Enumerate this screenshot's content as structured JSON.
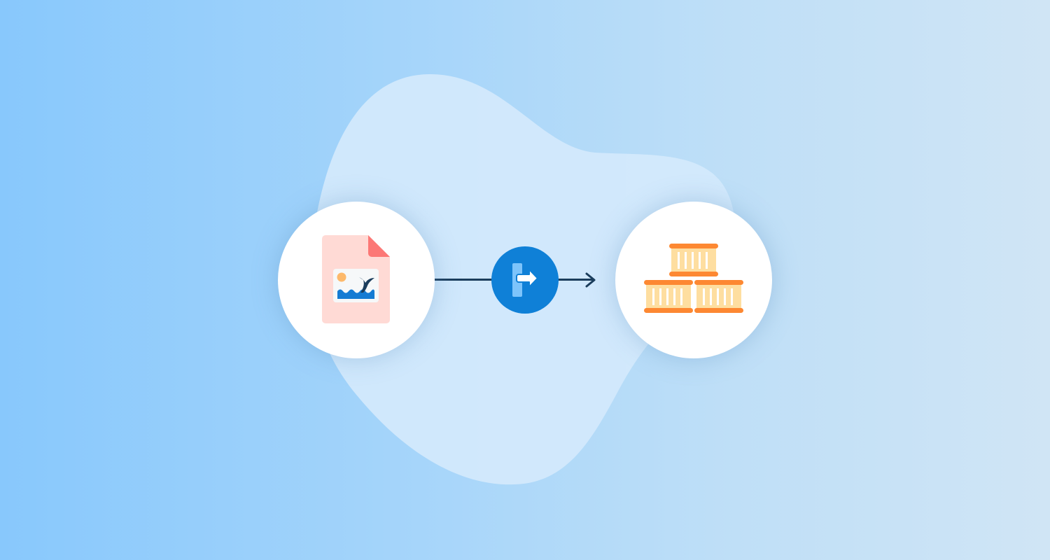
{
  "diagram": {
    "source": {
      "label": "Image file",
      "icon": "image-file-icon"
    },
    "action": {
      "label": "Export / Push",
      "icon": "export-arrow-icon"
    },
    "target": {
      "label": "Container stack",
      "icon": "containers-icon"
    }
  },
  "colors": {
    "background_start": "#88c8fc",
    "background_end": "#d0e5f5",
    "blob": "#d4e9fc",
    "node_fill": "#ffffff",
    "connector": "#1b3d5c",
    "action_fill": "#0f80d7",
    "action_bar": "#7dc4fb",
    "file_body": "#ffdad5",
    "file_corner": "#fc7876",
    "picture_bg": "#f6f8f9",
    "sun": "#fdb96b",
    "water": "#157bd3",
    "whale_tail": "#1b3d5c",
    "container_fill": "#fedea0",
    "container_rail": "#fd8832",
    "container_slat": "#ffffff"
  }
}
